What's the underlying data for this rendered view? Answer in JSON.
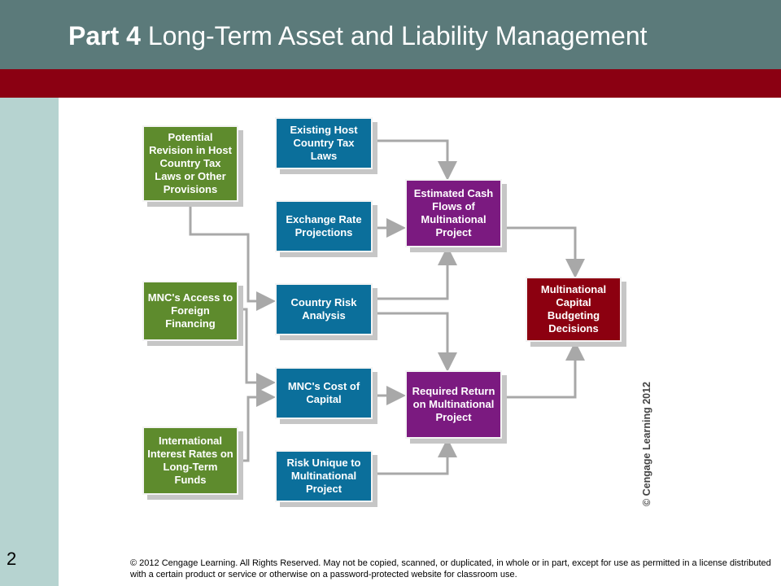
{
  "header": {
    "title_bold": "Part 4",
    "title_rest": " Long-Term Asset and Liability Management"
  },
  "slide_number": "2",
  "diagram": {
    "boxes": {
      "potential_revision": "Potential Revision in Host Country Tax Laws or Other Provisions",
      "mnc_access": "MNC's Access to Foreign Financing",
      "intl_interest": "International Interest Rates on Long-Term Funds",
      "existing_tax": "Existing Host Country Tax Laws",
      "exchange_rate": "Exchange Rate Projections",
      "country_risk": "Country Risk Analysis",
      "cost_of_capital": "MNC's Cost of Capital",
      "risk_unique": "Risk Unique to Multinational Project",
      "estimated_cash": "Estimated Cash Flows of Multinational Project",
      "required_return": "Required Return on Multinational Project",
      "budgeting": "Multinational Capital Budgeting Decisions"
    },
    "side_copyright": "© Cengage Learning 2012"
  },
  "footer": {
    "notice": "© 2012 Cengage Learning. All Rights Reserved. May not be copied, scanned, or duplicated, in whole or in part, except for use as permitted in a license distributed with a certain product or service or otherwise on a password-protected website for classroom use."
  },
  "colors": {
    "title_bar": "#5b7a7a",
    "band": "#8b0012",
    "sidebar": "#b6d3d0",
    "green": "#5e8b2d",
    "blue": "#0b6f9b",
    "purple": "#7b1a80",
    "red": "#8c0010",
    "arrow": "#a8a8a8"
  }
}
